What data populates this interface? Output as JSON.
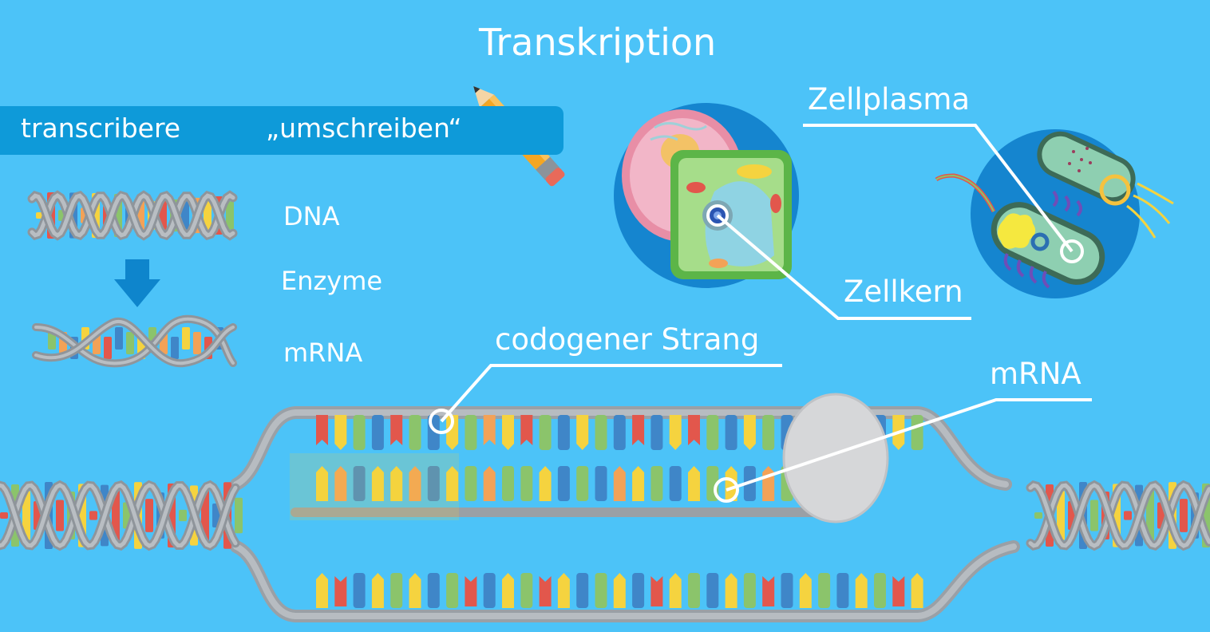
{
  "title": "Transkription",
  "etymology": {
    "latin": "transcribere",
    "german": "„umschreiben“"
  },
  "legend": {
    "dna": "DNA",
    "enzyme": "Enzyme",
    "mrna": "mRNA"
  },
  "callouts": {
    "zellplasma": "Zellplasma",
    "zellkern": "Zellkern",
    "codogener_strang": "codogener Strang",
    "mrna": "mRNA"
  },
  "colors": {
    "background": "#4cc3f8",
    "banner": "#0e9ad9",
    "backbone": "#9aa0a6",
    "base_red": "#e2574c",
    "base_yellow": "#f5d33f",
    "base_green": "#8bc46b",
    "base_blue": "#3f86c8",
    "base_orange": "#f3a257",
    "polymerase": "#d6d7d9"
  },
  "icons": [
    "arrow-right-icon",
    "pencil-icon",
    "arrow-down-icon"
  ]
}
